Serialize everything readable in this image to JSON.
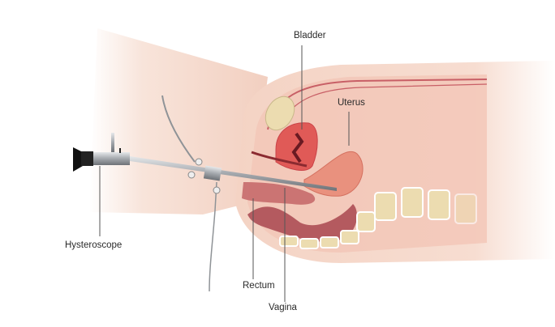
{
  "labels": {
    "bladder": "Bladder",
    "uterus": "Uterus",
    "hysteroscope": "Hysteroscope",
    "rectum": "Rectum",
    "vagina": "Vagina"
  },
  "colors": {
    "skin": "#f6d9cc",
    "tissue": "#eab6a6",
    "uterus": "#e0786a",
    "endometrium": "#d8404a",
    "bone": "#ecdcb0",
    "instrument": "#9a9ea3"
  }
}
